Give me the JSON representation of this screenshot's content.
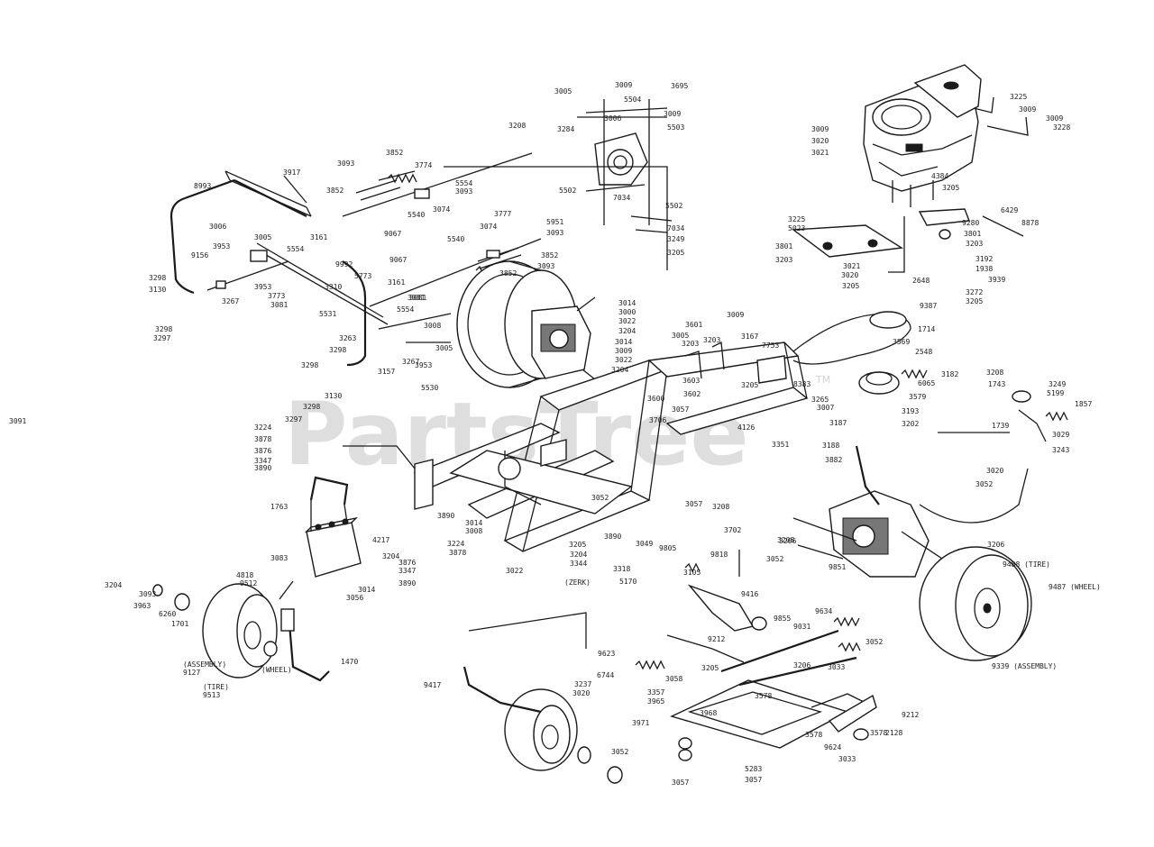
{
  "watermark": {
    "text": "PartsTree",
    "trademark": "TM"
  },
  "labels": [
    "3005",
    "3009",
    "3695",
    "5504",
    "3284",
    "3208",
    "3006",
    "3009",
    "5503",
    "3225",
    "3009",
    "3009",
    "3228",
    "3009",
    "3020",
    "3021",
    "4384",
    "3205",
    "3093",
    "3852",
    "3774",
    "5554",
    "3093",
    "3852",
    "5540",
    "3074",
    "3917",
    "8993",
    "3006",
    "3005",
    "3953",
    "9156",
    "3161",
    "5554",
    "9067",
    "9992",
    "3298",
    "3130",
    "3298",
    "3297",
    "3267",
    "3953",
    "3773",
    "3081",
    "5531",
    "3310",
    "3161",
    "5773",
    "5554",
    "3081",
    "3777",
    "3074",
    "5951",
    "3093",
    "5540",
    "3852",
    "9067",
    "3852",
    "3093",
    "5502",
    "7034",
    "5502",
    "7034",
    "3249",
    "3205",
    "3225",
    "5023",
    "3801",
    "3203",
    "3021",
    "3020",
    "3205",
    "6429",
    "8878",
    "9280",
    "3801",
    "3203",
    "3192",
    "1938",
    "3939",
    "3272",
    "3205",
    "2648",
    "9387",
    "3014",
    "3000",
    "3022",
    "3204",
    "3014",
    "3009",
    "3022",
    "3204",
    "3005",
    "3203",
    "3601",
    "3203",
    "3009",
    "3167",
    "7753",
    "1714",
    "3569",
    "2548",
    "3182",
    "6065",
    "3579",
    "3208",
    "1743",
    "3249",
    "5199",
    "1857",
    "3193",
    "3202",
    "1739",
    "3029",
    "3243",
    "3020",
    "3052",
    "3081",
    "3008",
    "3005",
    "3267",
    "3953",
    "3157",
    "3263",
    "3298",
    "3298",
    "3130",
    "3298",
    "3297",
    "5530",
    "3603",
    "3602",
    "3600",
    "3057",
    "3706",
    "3205",
    "8383",
    "3265",
    "3007",
    "3187",
    "4126",
    "3351",
    "3188",
    "3882",
    "3208",
    "3224",
    "3878",
    "3876",
    "3347",
    "3890",
    "1763",
    "3890",
    "3014",
    "3008",
    "3205",
    "3224",
    "3878",
    "3876",
    "3347",
    "3890",
    "3022",
    "3204",
    "3344",
    "(ZERK)",
    "3890",
    "3049",
    "9805",
    "9818",
    "3318",
    "3105",
    "5170",
    "3208",
    "3057",
    "3702",
    "3052",
    "3083",
    "4217",
    "3204",
    "3014",
    "3056",
    "3204",
    "3093",
    "3963",
    "6260",
    "1701",
    "4818",
    "9512",
    "(ASSEMBLY)",
    "9127",
    "(TIRE)",
    "9513",
    "(WHEEL)",
    "1470",
    "9417",
    "9416",
    "9855",
    "9031",
    "9634",
    "9212",
    "9623",
    "6744",
    "3237",
    "3020",
    "3205",
    "3058",
    "3357",
    "3965",
    "3968",
    "3971",
    "3052",
    "3057",
    "5283",
    "3057",
    "3206",
    "3033",
    "3578",
    "3052",
    "9212",
    "3578",
    "9624",
    "3578",
    "2128",
    "3033",
    "3052",
    "9851",
    "3206",
    "3206",
    "9488 (TIRE)",
    "9487 (WHEEL)",
    "9339 (ASSEMBLY)",
    "3091"
  ]
}
